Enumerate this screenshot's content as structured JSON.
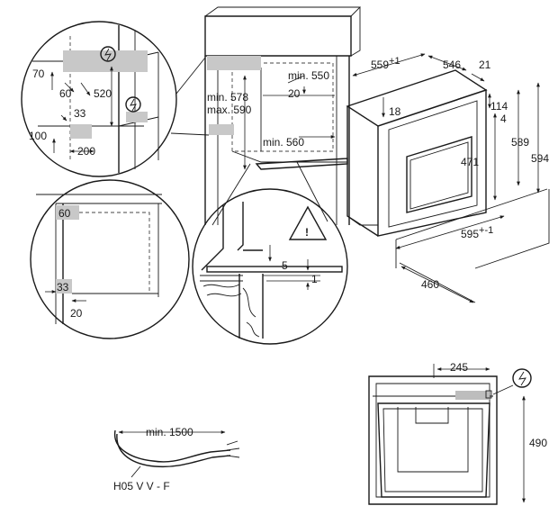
{
  "cabinet_top": {
    "min_550": "min. 550",
    "dim_20": "20",
    "min_578": "min. 578",
    "max_590": "max. 590",
    "min_560": "min. 560"
  },
  "zoom_top_left": {
    "d70": "70",
    "d60": "60",
    "d520": "520",
    "d33": "33",
    "d100": "100",
    "d200": "200"
  },
  "zoom_mid_left": {
    "d60": "60",
    "d33": "33",
    "d20": "20"
  },
  "zoom_mid_right": {
    "d5": "5",
    "d1": "1"
  },
  "oven": {
    "w559": "559",
    "w559_tol": "+1",
    "w546": "546",
    "d21": "21",
    "d18": "18",
    "d114": "114",
    "d4": "4",
    "d589": "589",
    "d594": "594",
    "d471": "471",
    "w595": "595",
    "w595_tol": "+-1",
    "d460": "460"
  },
  "cable": {
    "length": "min. 1500",
    "type": "H05 V V - F"
  },
  "rear": {
    "d245": "245",
    "d490": "490"
  }
}
